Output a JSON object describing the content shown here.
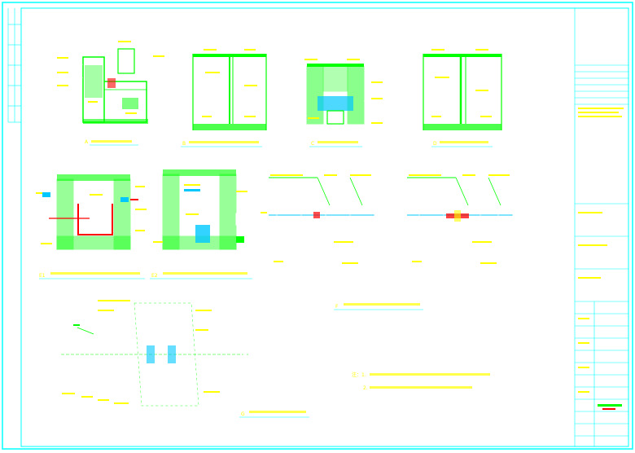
{
  "drawing": {
    "background": "#ffffff",
    "frame_color": "#00ffff",
    "line_color": "#ffffff",
    "label_color": "#ffff00",
    "concrete_fill": "#00ff00",
    "accent_red": "#ff0000",
    "accent_blue": "#00c8ff"
  },
  "details": [
    {
      "id": "A",
      "tag": "A"
    },
    {
      "id": "B",
      "tag": "B"
    },
    {
      "id": "C",
      "tag": "C"
    },
    {
      "id": "D",
      "tag": "D"
    },
    {
      "id": "E1",
      "tag": "E1"
    },
    {
      "id": "E2",
      "tag": "E2"
    },
    {
      "id": "F",
      "tag": "F"
    },
    {
      "id": "G",
      "tag": "G"
    }
  ],
  "notes": {
    "line1_tag": "注：1.",
    "line2_tag": "2."
  }
}
